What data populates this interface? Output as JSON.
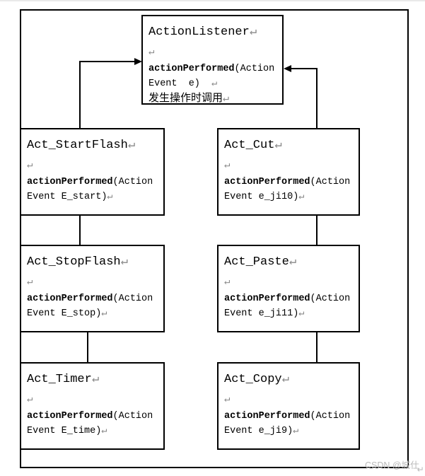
{
  "page": {
    "background": "#ffffff",
    "line_color": "#000000",
    "return_mark": "↵",
    "return_mark_color": "#8a8a8a",
    "watermark": "CSDN @城仕",
    "watermark_color": "#b9b9b9"
  },
  "diagram": {
    "interface": {
      "title": "ActionListener",
      "method_name": "actionPerformed",
      "method_args_line1": "(Action",
      "method_args_line2": "Event  e)  ",
      "note": "发生操作时调用"
    },
    "classes": [
      {
        "title": "Act_StartFlash",
        "method_name": "actionPerformed",
        "method_args_line1": "(Action",
        "method_args_line2": "Event E_start)"
      },
      {
        "title": "Act_Cut",
        "method_name": "actionPerformed",
        "method_args_line1": "(Action",
        "method_args_line2": "Event e_ji10)"
      },
      {
        "title": "Act_StopFlash",
        "method_name": "actionPerformed",
        "method_args_line1": "(Action",
        "method_args_line2": "Event E_stop)"
      },
      {
        "title": "Act_Paste",
        "method_name": "actionPerformed",
        "method_args_line1": "(Action",
        "method_args_line2": "Event e_ji11)"
      },
      {
        "title": "Act_Timer",
        "method_name": "actionPerformed",
        "method_args_line1": "(Action",
        "method_args_line2": "Event E_time)"
      },
      {
        "title": "Act_Copy",
        "method_name": "actionPerformed",
        "method_args_line1": "(Action",
        "method_args_line2": "Event e_ji9)"
      }
    ]
  }
}
